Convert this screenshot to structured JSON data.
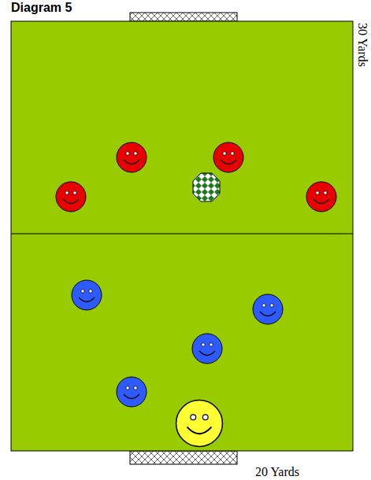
{
  "diagram": {
    "title": "Diagram 5",
    "labels": [
      "30 Yards",
      "20 Yards"
    ]
  }
}
